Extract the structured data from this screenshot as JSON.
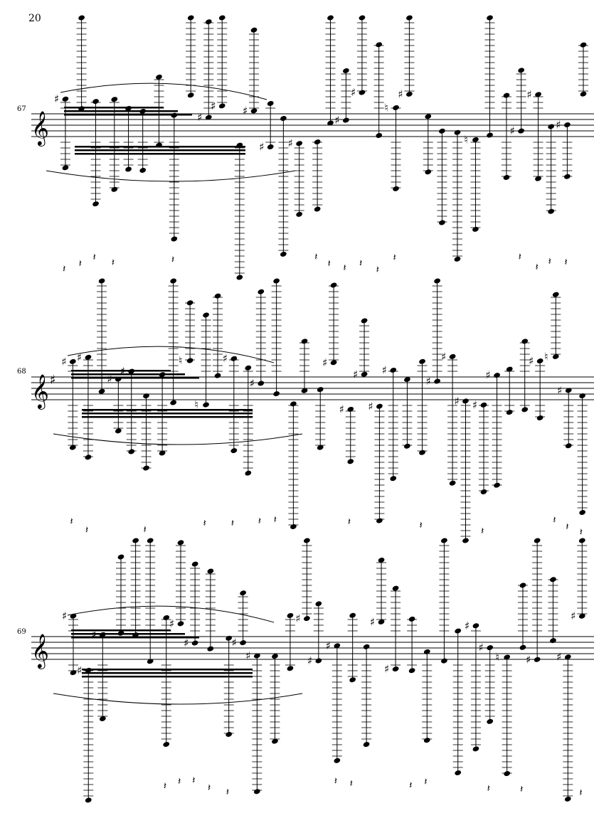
{
  "page": {
    "number": "20"
  },
  "systems": [
    {
      "measure": "67",
      "key": "C major (no key signature)"
    },
    {
      "measure": "68",
      "key": "G major (one sharp)"
    },
    {
      "measure": "69",
      "key": "C major (no key signature)"
    }
  ],
  "colors": {
    "ink": "#000000",
    "paper": "#ffffff"
  }
}
